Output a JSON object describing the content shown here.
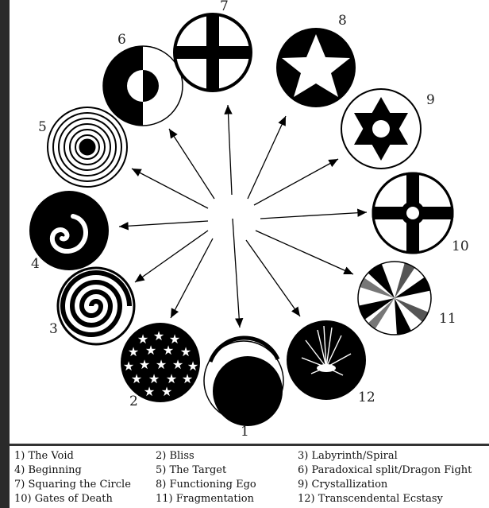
{
  "diagram": {
    "numbers": [
      "1",
      "2",
      "3",
      "4",
      "5",
      "6",
      "7",
      "8",
      "9",
      "10",
      "11",
      "12"
    ]
  },
  "legend": {
    "rows": [
      [
        "1) The Void",
        "2) Bliss",
        "3) Labyrinth/Spiral"
      ],
      [
        "4) Beginning",
        "5) The Target",
        "6) Paradoxical split/Dragon Fight"
      ],
      [
        "7) Squaring the Circle",
        "8) Functioning Ego",
        "9) Crystallization"
      ],
      [
        "10) Gates of Death",
        "11) Fragmentation",
        "12) Transcendental Ecstasy"
      ]
    ]
  },
  "colors": {
    "ink": "#000000",
    "paper": "#ffffff",
    "frame": "#2a2a2a"
  }
}
